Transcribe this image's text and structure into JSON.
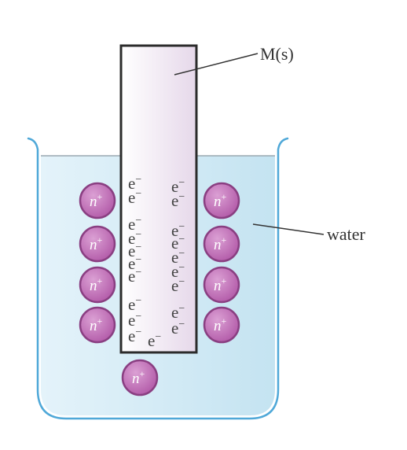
{
  "labels": {
    "electrode": "M(s)",
    "solution": "water"
  },
  "species": {
    "electron_base": "e",
    "electron_charge": "−",
    "ion_base": "n",
    "ion_charge": "+"
  },
  "colors": {
    "water": "#d2ebf5",
    "beaker_outline": "#4fa8d8",
    "electrode_fill": "#f0e6f2",
    "electrode_outline": "#2b2b2b",
    "ion_fill": "#c76bbd",
    "ion_outline": "#8a3f82"
  }
}
